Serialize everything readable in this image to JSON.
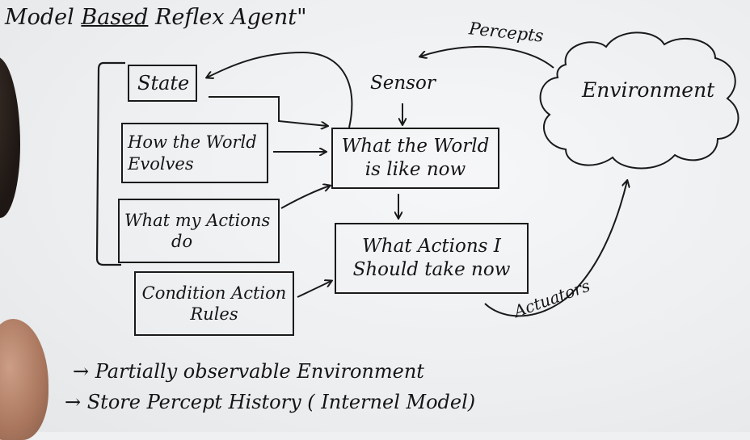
{
  "title": {
    "part1": "Model ",
    "part2": "Based",
    "part3": " Reflex Agent\""
  },
  "boxes": {
    "state": [
      "State"
    ],
    "world_evolves": [
      "How the World",
      "Evolves"
    ],
    "my_actions": [
      "What my Actions",
      "do"
    ],
    "condition_rules": [
      "Condition Action",
      "Rules"
    ],
    "world_now": [
      "What the World",
      "is like now"
    ],
    "actions_now": [
      "What Actions I",
      "Should take now"
    ]
  },
  "labels": {
    "sensor": "Sensor",
    "percepts": "Percepts",
    "environment": "Environment",
    "actuators": "Actuators"
  },
  "notes": [
    "→ Partially observable Environment",
    "→ Store Percept History ( Internel Model)"
  ],
  "colors": {
    "ink": "#151515",
    "board": "#eef0f1"
  }
}
